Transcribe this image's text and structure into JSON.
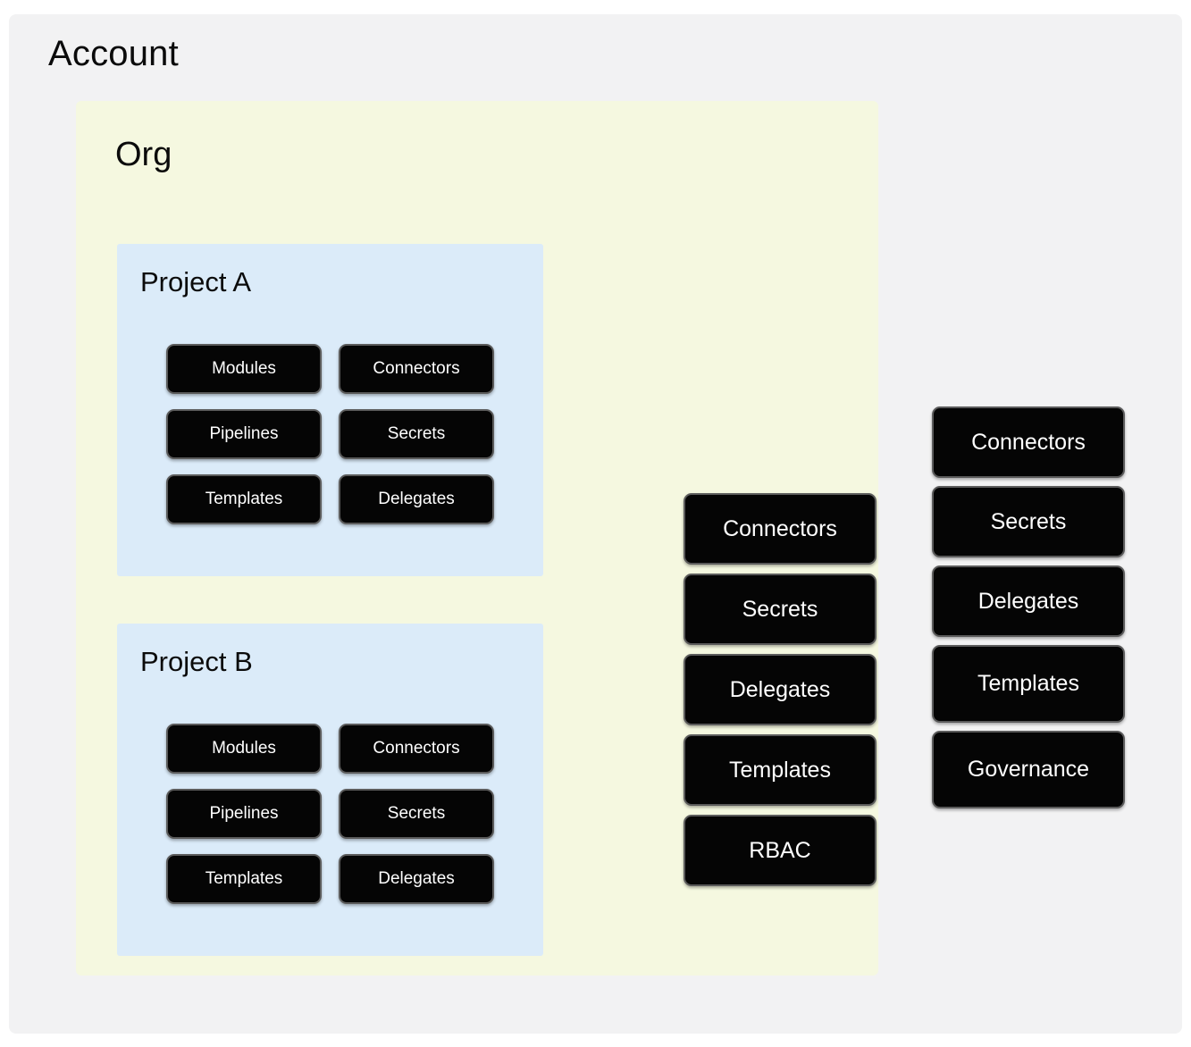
{
  "diagram": {
    "title": "Account",
    "colors": {
      "canvas": "#ffffff",
      "account_panel": "#f2f2f3",
      "org_panel": "#f5f8e0",
      "project_panel": "#dbebf9",
      "chip_fill": "#050505",
      "chip_border": "#5b5b5b",
      "chip_text": "#ffffff",
      "heading_text": "#0b0b0b"
    }
  },
  "account": {
    "title": "Account",
    "scope_resources": [
      {
        "label": "Connectors"
      },
      {
        "label": "Secrets"
      },
      {
        "label": "Delegates"
      },
      {
        "label": "Templates"
      },
      {
        "label": "Governance"
      }
    ]
  },
  "org": {
    "title": "Org",
    "scope_resources": [
      {
        "label": "Connectors"
      },
      {
        "label": "Secrets"
      },
      {
        "label": "Delegates"
      },
      {
        "label": "Templates"
      },
      {
        "label": "RBAC"
      }
    ]
  },
  "projects": [
    {
      "title": "Project A",
      "resources": [
        {
          "label": "Modules"
        },
        {
          "label": "Connectors"
        },
        {
          "label": "Pipelines"
        },
        {
          "label": "Secrets"
        },
        {
          "label": "Templates"
        },
        {
          "label": "Delegates"
        }
      ]
    },
    {
      "title": "Project B",
      "resources": [
        {
          "label": "Modules"
        },
        {
          "label": "Connectors"
        },
        {
          "label": "Pipelines"
        },
        {
          "label": "Secrets"
        },
        {
          "label": "Templates"
        },
        {
          "label": "Delegates"
        }
      ]
    }
  ]
}
